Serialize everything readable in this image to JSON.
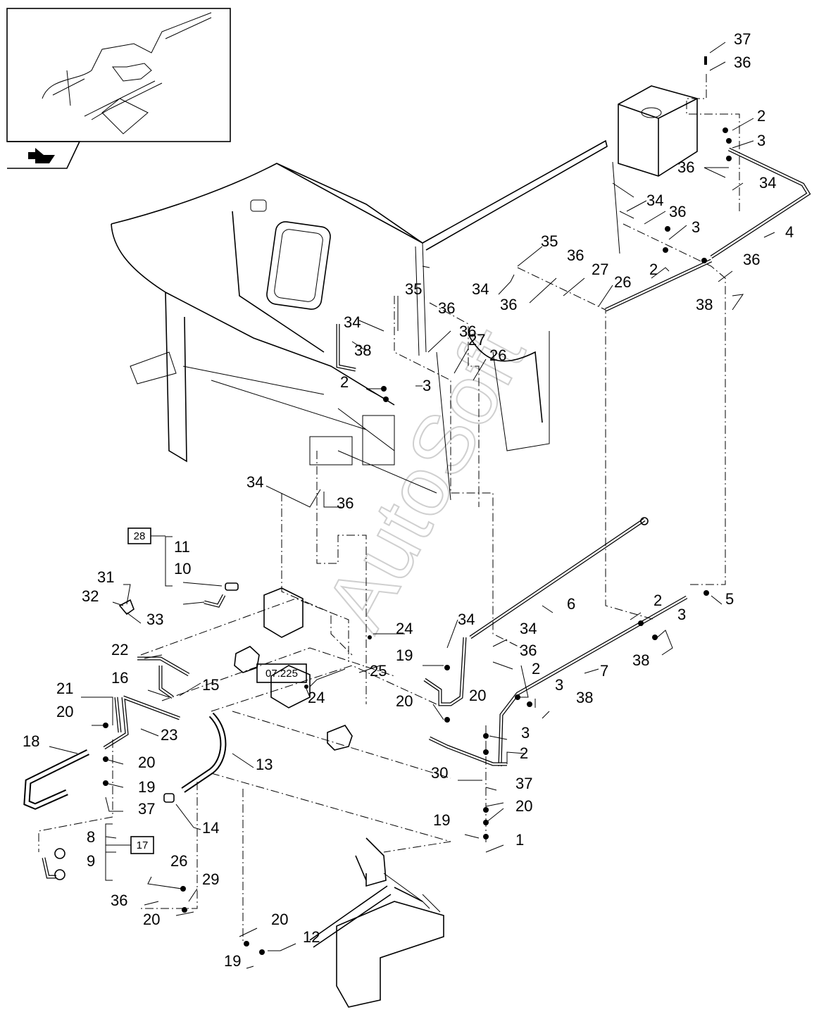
{
  "watermark": "AutoSoft",
  "reference_boxes": [
    {
      "id": "box-28",
      "text": "28"
    },
    {
      "id": "box-17",
      "text": "17"
    },
    {
      "id": "box-07225",
      "text": "07.225"
    }
  ],
  "callouts": [
    {
      "id": "c01",
      "text": "37"
    },
    {
      "id": "c02",
      "text": "36"
    },
    {
      "id": "c03",
      "text": "2"
    },
    {
      "id": "c04",
      "text": "3"
    },
    {
      "id": "c05",
      "text": "36"
    },
    {
      "id": "c06",
      "text": "34"
    },
    {
      "id": "c07",
      "text": "34"
    },
    {
      "id": "c08",
      "text": "36"
    },
    {
      "id": "c09",
      "text": "3"
    },
    {
      "id": "c10",
      "text": "4"
    },
    {
      "id": "c11",
      "text": "35"
    },
    {
      "id": "c12",
      "text": "36"
    },
    {
      "id": "c13",
      "text": "27"
    },
    {
      "id": "c14",
      "text": "26"
    },
    {
      "id": "c15",
      "text": "2"
    },
    {
      "id": "c16",
      "text": "36"
    },
    {
      "id": "c17",
      "text": "34"
    },
    {
      "id": "c18",
      "text": "36"
    },
    {
      "id": "c19",
      "text": "38"
    },
    {
      "id": "c20",
      "text": "35"
    },
    {
      "id": "c21",
      "text": "36"
    },
    {
      "id": "c22",
      "text": "36"
    },
    {
      "id": "c23",
      "text": "34"
    },
    {
      "id": "c24",
      "text": "38"
    },
    {
      "id": "c25",
      "text": "27"
    },
    {
      "id": "c26",
      "text": "26"
    },
    {
      "id": "c27",
      "text": "2"
    },
    {
      "id": "c28",
      "text": "3"
    },
    {
      "id": "c29",
      "text": "34"
    },
    {
      "id": "c30",
      "text": "36"
    },
    {
      "id": "c31",
      "text": "11"
    },
    {
      "id": "c32",
      "text": "10"
    },
    {
      "id": "c33",
      "text": "31"
    },
    {
      "id": "c34",
      "text": "32"
    },
    {
      "id": "c35",
      "text": "33"
    },
    {
      "id": "c36",
      "text": "6"
    },
    {
      "id": "c37",
      "text": "5"
    },
    {
      "id": "c38",
      "text": "2"
    },
    {
      "id": "c39",
      "text": "3"
    },
    {
      "id": "c40",
      "text": "24"
    },
    {
      "id": "c41",
      "text": "34"
    },
    {
      "id": "c42",
      "text": "34"
    },
    {
      "id": "c43",
      "text": "36"
    },
    {
      "id": "c44",
      "text": "38"
    },
    {
      "id": "c45",
      "text": "7"
    },
    {
      "id": "c46",
      "text": "22"
    },
    {
      "id": "c47",
      "text": "19"
    },
    {
      "id": "c48",
      "text": "25"
    },
    {
      "id": "c49",
      "text": "2"
    },
    {
      "id": "c50",
      "text": "16"
    },
    {
      "id": "c51",
      "text": "15"
    },
    {
      "id": "c52",
      "text": "24"
    },
    {
      "id": "c53",
      "text": "3"
    },
    {
      "id": "c54",
      "text": "38"
    },
    {
      "id": "c55",
      "text": "21"
    },
    {
      "id": "c56",
      "text": "20"
    },
    {
      "id": "c57",
      "text": "20"
    },
    {
      "id": "c58",
      "text": "20"
    },
    {
      "id": "c59",
      "text": "23"
    },
    {
      "id": "c60",
      "text": "3"
    },
    {
      "id": "c61",
      "text": "18"
    },
    {
      "id": "c62",
      "text": "2"
    },
    {
      "id": "c63",
      "text": "20"
    },
    {
      "id": "c64",
      "text": "13"
    },
    {
      "id": "c65",
      "text": "30"
    },
    {
      "id": "c66",
      "text": "37"
    },
    {
      "id": "c67",
      "text": "19"
    },
    {
      "id": "c68",
      "text": "20"
    },
    {
      "id": "c69",
      "text": "37"
    },
    {
      "id": "c70",
      "text": "14"
    },
    {
      "id": "c71",
      "text": "19"
    },
    {
      "id": "c72",
      "text": "1"
    },
    {
      "id": "c73",
      "text": "8"
    },
    {
      "id": "c74",
      "text": "9"
    },
    {
      "id": "c75",
      "text": "26"
    },
    {
      "id": "c76",
      "text": "29"
    },
    {
      "id": "c77",
      "text": "36"
    },
    {
      "id": "c78",
      "text": "20"
    },
    {
      "id": "c79",
      "text": "20"
    },
    {
      "id": "c80",
      "text": "12"
    },
    {
      "id": "c81",
      "text": "19"
    }
  ]
}
